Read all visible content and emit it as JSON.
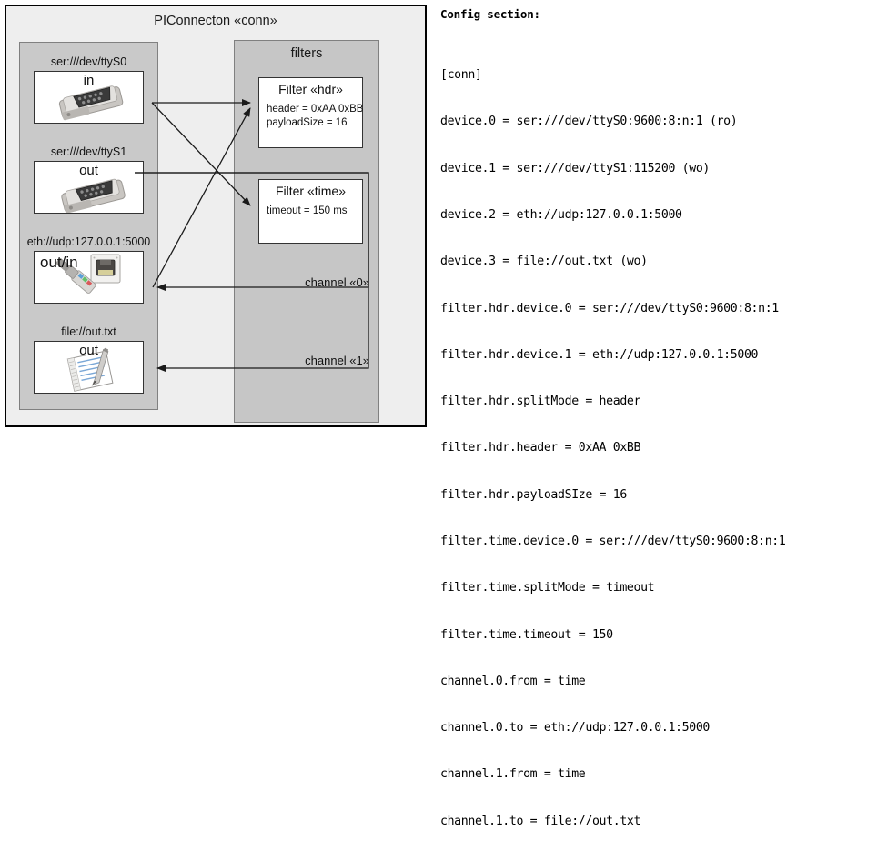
{
  "diagram": {
    "title": "PIConnecton «conn»",
    "devices_panel": {
      "name": "devices",
      "items": [
        {
          "label": "ser:///dev/ttyS0",
          "direction": "in",
          "icon": "serial-port-icon"
        },
        {
          "label": "ser:///dev/ttyS1",
          "direction": "out",
          "icon": "serial-port-icon"
        },
        {
          "label": "eth://udp:127.0.0.1:5000",
          "direction": "out/in",
          "icon": "ethernet-jack-icon"
        },
        {
          "label": "file://out.txt",
          "direction": "out",
          "icon": "text-file-icon"
        }
      ]
    },
    "filters_panel": {
      "title": "filters",
      "filters": [
        {
          "title": "Filter «hdr»",
          "props": [
            "header = 0xAA 0xBB",
            "payloadSize = 16"
          ]
        },
        {
          "title": "Filter «time»",
          "props": [
            "timeout = 150 ms"
          ]
        }
      ],
      "channels": [
        {
          "label": "channel «0»"
        },
        {
          "label": "channel «1»"
        }
      ]
    }
  },
  "config": {
    "heading": "Config section:",
    "lines": [
      "[conn]",
      "device.0 = ser:///dev/ttyS0:9600:8:n:1 (ro)",
      "device.1 = ser:///dev/ttyS1:115200 (wo)",
      "device.2 = eth://udp:127.0.0.1:5000",
      "device.3 = file://out.txt (wo)",
      "filter.hdr.device.0 = ser:///dev/ttyS0:9600:8:n:1",
      "filter.hdr.device.1 = eth://udp:127.0.0.1:5000",
      "filter.hdr.splitMode = header",
      "filter.hdr.header = 0xAA 0xBB",
      "filter.hdr.payloadSIze = 16",
      "filter.time.device.0 = ser:///dev/ttyS0:9600:8:n:1",
      "filter.time.splitMode = timeout",
      "filter.time.timeout = 150",
      "channel.0.from = time",
      "channel.0.to = eth://udp:127.0.0.1:5000",
      "channel.1.from = time",
      "channel.1.to = file://out.txt"
    ]
  },
  "colors": {
    "frame_border": "#000000",
    "outer_fill": "#eeeeee",
    "panel_fill": "#c8c8c8",
    "panel_border": "#808080",
    "box_fill": "#ffffff",
    "box_border": "#333333",
    "arrow": "#1a1a1a"
  }
}
